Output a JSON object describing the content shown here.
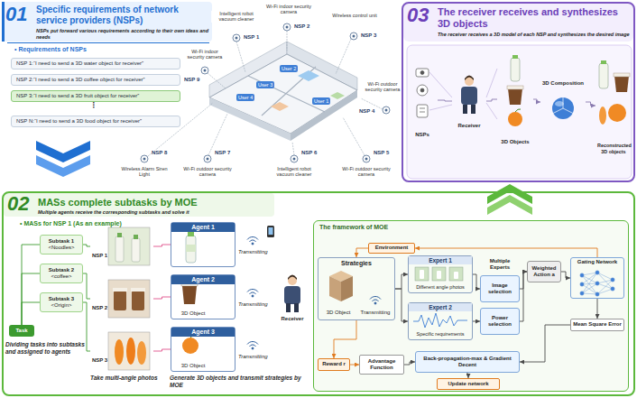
{
  "diagram": {
    "nodes": [
      {
        "text": [
          "01",
          "Specific requirements of network service providers (NSPs)",
          "NSPs put forward various requirements according to their own ideas and needs",
          "• Requirements of NSPs"
        ]
      },
      {
        "text": [
          "NSP 1:“I need to send a 3D water object for receiver”"
        ],
        "in": 0
      },
      {
        "text": [
          "NSP 2:“I need to send a 3D coffee object for receiver”"
        ],
        "in": 0
      },
      {
        "text": [
          "NSP 3:“I need to send a 3D fruit object for receiver”"
        ],
        "in": 0
      },
      {
        "text": [
          "NSP N:“I need to send a 3D food object for receiver”"
        ],
        "in": 0
      },
      {
        "text": [
          "03",
          "The receiver receives and synthesizes 3D objects",
          "The receiver receives a 3D model of each NSP and synthesizes the desired image"
        ]
      },
      {
        "text": [
          "NSPs"
        ],
        "in": 5
      },
      {
        "text": [
          "Receiver"
        ],
        "in": 5
      },
      {
        "text": [
          "3D Objects"
        ],
        "in": 5
      },
      {
        "text": [
          "3D Composition"
        ],
        "in": 5
      },
      {
        "text": [
          "Reconstructed 3D objects"
        ],
        "in": 5
      },
      {
        "text": [
          "02",
          "MASs complete subtasks by MOE",
          "Multiple agents receive the corresponding subtasks and solve it",
          "• MASs for NSP 1 (As an example)"
        ]
      },
      {
        "text": [
          "Task"
        ],
        "in": 11
      },
      {
        "text": [
          "Subtask 1",
          "<Noodles>"
        ],
        "in": 11
      },
      {
        "text": [
          "Subtask 2",
          "<coffee>"
        ],
        "in": 11
      },
      {
        "text": [
          "Subtask 3",
          "<Origin>"
        ],
        "in": 11
      },
      {
        "text": [
          "NSP 1"
        ],
        "in": 11
      },
      {
        "text": [
          "NSP 2"
        ],
        "in": 11
      },
      {
        "text": [
          "NSP 3"
        ],
        "in": 11
      },
      {
        "text": [
          "Agent 1"
        ],
        "in": 11
      },
      {
        "text": [
          "Agent 2",
          "3D Object"
        ],
        "in": 11
      },
      {
        "text": [
          "Agent 3",
          "3D Object"
        ],
        "in": 11
      },
      {
        "text": [
          "Receiver"
        ],
        "in": 11
      },
      {
        "text": [
          "The framework of MOE"
        ],
        "in": 11
      },
      {
        "text": [
          "Environment"
        ],
        "in": 23
      },
      {
        "text": [
          "Strategies",
          "3D Object",
          "Transmitting"
        ],
        "in": 23
      },
      {
        "text": [
          "Expert 1",
          "Different angle photos"
        ],
        "in": 23
      },
      {
        "text": [
          "Expert 2",
          "Specific requirements"
        ],
        "in": 23
      },
      {
        "text": [
          "Multiple Experts"
        ],
        "in": 23
      },
      {
        "text": [
          "Image selection"
        ],
        "in": 23
      },
      {
        "text": [
          "Power selection"
        ],
        "in": 23
      },
      {
        "text": [
          "Weighted Action a"
        ],
        "in": 23
      },
      {
        "text": [
          "Gating Network"
        ],
        "in": 23
      },
      {
        "text": [
          "Mean Square Error"
        ],
        "in": 23
      },
      {
        "text": [
          "Reward r"
        ],
        "in": 23
      },
      {
        "text": [
          "Advantage Function"
        ],
        "in": 23
      },
      {
        "text": [
          "Back-propagation-max & Gradient Decent"
        ],
        "in": 23
      },
      {
        "text": [
          "Update network"
        ],
        "in": 23
      }
    ],
    "edges": [
      {
        "from": 6,
        "to": 7,
        "arrow": "none"
      },
      {
        "from": 7,
        "to": 8,
        "arrow": "none"
      },
      {
        "from": 8,
        "to": 9,
        "arrow": "to"
      },
      {
        "from": 9,
        "to": 10,
        "arrow": "to"
      },
      {
        "from": 12,
        "to": 13,
        "arrow": "none"
      },
      {
        "from": 12,
        "to": 14,
        "arrow": "none"
      },
      {
        "from": 12,
        "to": 15,
        "arrow": "none"
      },
      {
        "from": 13,
        "to": 16,
        "arrow": "none"
      },
      {
        "from": 14,
        "to": 17,
        "arrow": "none"
      },
      {
        "from": 15,
        "to": 18,
        "arrow": "none"
      },
      {
        "from": 16,
        "to": 19,
        "arrow": "none"
      },
      {
        "from": 17,
        "to": 20,
        "arrow": "none"
      },
      {
        "from": 18,
        "to": 21,
        "arrow": "none"
      },
      {
        "from": 32,
        "to": 24,
        "arrow": "to"
      },
      {
        "from": 24,
        "to": 25,
        "arrow": "to"
      },
      {
        "from": 25,
        "to": 26,
        "arrow": "to"
      },
      {
        "from": 25,
        "to": 27,
        "arrow": "to"
      },
      {
        "from": 26,
        "to": 29,
        "arrow": "to"
      },
      {
        "from": 27,
        "to": 30,
        "arrow": "to"
      },
      {
        "from": 29,
        "to": 31,
        "arrow": "to"
      },
      {
        "from": 30,
        "to": 31,
        "arrow": "to"
      },
      {
        "from": 31,
        "to": 32,
        "arrow": "to"
      },
      {
        "from": 32,
        "to": 33,
        "arrow": "to"
      },
      {
        "from": 33,
        "to": 36,
        "arrow": "to"
      },
      {
        "from": 25,
        "to": 34,
        "arrow": "to"
      },
      {
        "from": 34,
        "to": 35,
        "arrow": "to"
      },
      {
        "from": 35,
        "to": 36,
        "arrow": "to"
      },
      {
        "from": 36,
        "to": 37,
        "arrow": "to"
      }
    ],
    "labels": [
      "NSP 1",
      "Intelligent robot vacuum cleaner",
      "NSP 2",
      "Wi-Fi indoor security camera",
      "NSP 3",
      "Wireless control unit",
      "NSP 4",
      "Wi-Fi outdoor security camera",
      "NSP 5",
      "Wi-Fi outdoor security camera",
      "NSP 6",
      "Intelligent robot vacuum cleaner",
      "NSP 7",
      "Wi-Fi outdoor security camera",
      "NSP 8",
      "Wireless Alarm Siren Light",
      "NSP 9",
      "Wi-Fi indoor security camera",
      "User 1",
      "User 2",
      "User 3",
      "User 4",
      "⋮",
      "Transmitting",
      "Transmitting",
      "Transmitting",
      "Dividing tasks into subtasks and assigned to agents",
      "Take multi-angle photos",
      "Generate 3D objects and transmit strategies by MOE"
    ]
  }
}
